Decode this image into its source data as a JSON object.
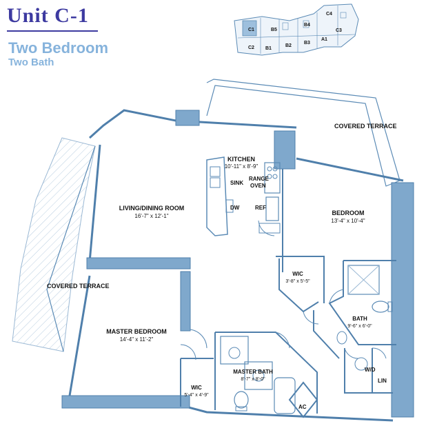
{
  "header": {
    "unit": "Unit C-1",
    "bedrooms": "Two Bedroom",
    "baths": "Two Bath"
  },
  "key_plan": {
    "units": [
      "C1",
      "B5",
      "B4",
      "C4",
      "C2",
      "B1",
      "B2",
      "B3",
      "A1",
      "C3"
    ]
  },
  "rooms": {
    "kitchen": {
      "name": "KITCHEN",
      "dims": "10'-11\" x 8'-9\""
    },
    "living": {
      "name": "LIVING/DINING ROOM",
      "dims": "16'-7\" x 12'-1\""
    },
    "bedroom": {
      "name": "BEDROOM",
      "dims": "13'-4\" x 10'-4\""
    },
    "wic1": {
      "name": "WIC",
      "dims": "3'-8\" x 5'-5\""
    },
    "bath": {
      "name": "BATH",
      "dims": "9'-6\" x 6'-0\""
    },
    "master_bedroom": {
      "name": "MASTER BEDROOM",
      "dims": "14'-4\" x 11'-2\""
    },
    "wic2": {
      "name": "WIC",
      "dims": "5'-4\" x 4'-9\""
    },
    "master_bath": {
      "name": "MASTER BATH",
      "dims": "8'-7\" x 8'-0\""
    }
  },
  "fixtures": {
    "sink": "SINK",
    "range": "RANGE",
    "oven": "OVEN",
    "dw": "DW",
    "ref": "REF",
    "wd": "W/D",
    "lin": "LIN",
    "ac": "AC"
  },
  "terraces": {
    "top": "COVERED TERRACE",
    "left": "COVERED TERRACE"
  },
  "colors": {
    "title": "#3d3aa0",
    "subtitle": "#86b3dc",
    "wall": "#7fa8cc",
    "wall_stroke": "#4f7fab",
    "line": "#5a8ab5"
  }
}
